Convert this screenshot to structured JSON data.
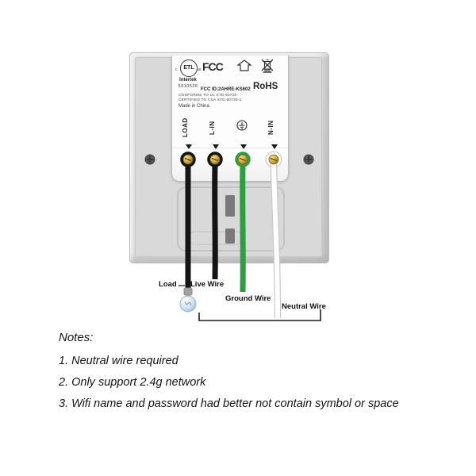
{
  "panel": {
    "certs": {
      "etl_text": "ETL",
      "etl_c": "c",
      "etl_us": "us",
      "intertek": "Intertek",
      "cert_number": "5010526",
      "fcc_logo": "FCC",
      "fcc_id": "FCC ID:2AHRE-KS602",
      "rohs": "RoHS",
      "ul_line1": "CONFORMS TO UL STD 60730",
      "ul_line2": "CERTIFIED TO CSA STD 60730-1",
      "made_in": "Made in China"
    },
    "terminals": {
      "t1": "LOAD",
      "t2": "L-IN",
      "t4": "N-IN"
    }
  },
  "wiring": {
    "load_label": "Load",
    "live_label": "Live Wire",
    "ground_label": "Ground Wire",
    "neutral_label": "Neutral Wire",
    "colors": {
      "load": "#141414",
      "live": "#141414",
      "ground": "#2f9e41",
      "neutral": "#ffffff",
      "neutral_outline": "#c9c9c9"
    }
  },
  "notes": {
    "title": "Notes:",
    "items": [
      "1. Neutral wire required",
      "2. Only support 2.4g network",
      "3. Wifi name and password had better not contain symbol or space"
    ]
  }
}
